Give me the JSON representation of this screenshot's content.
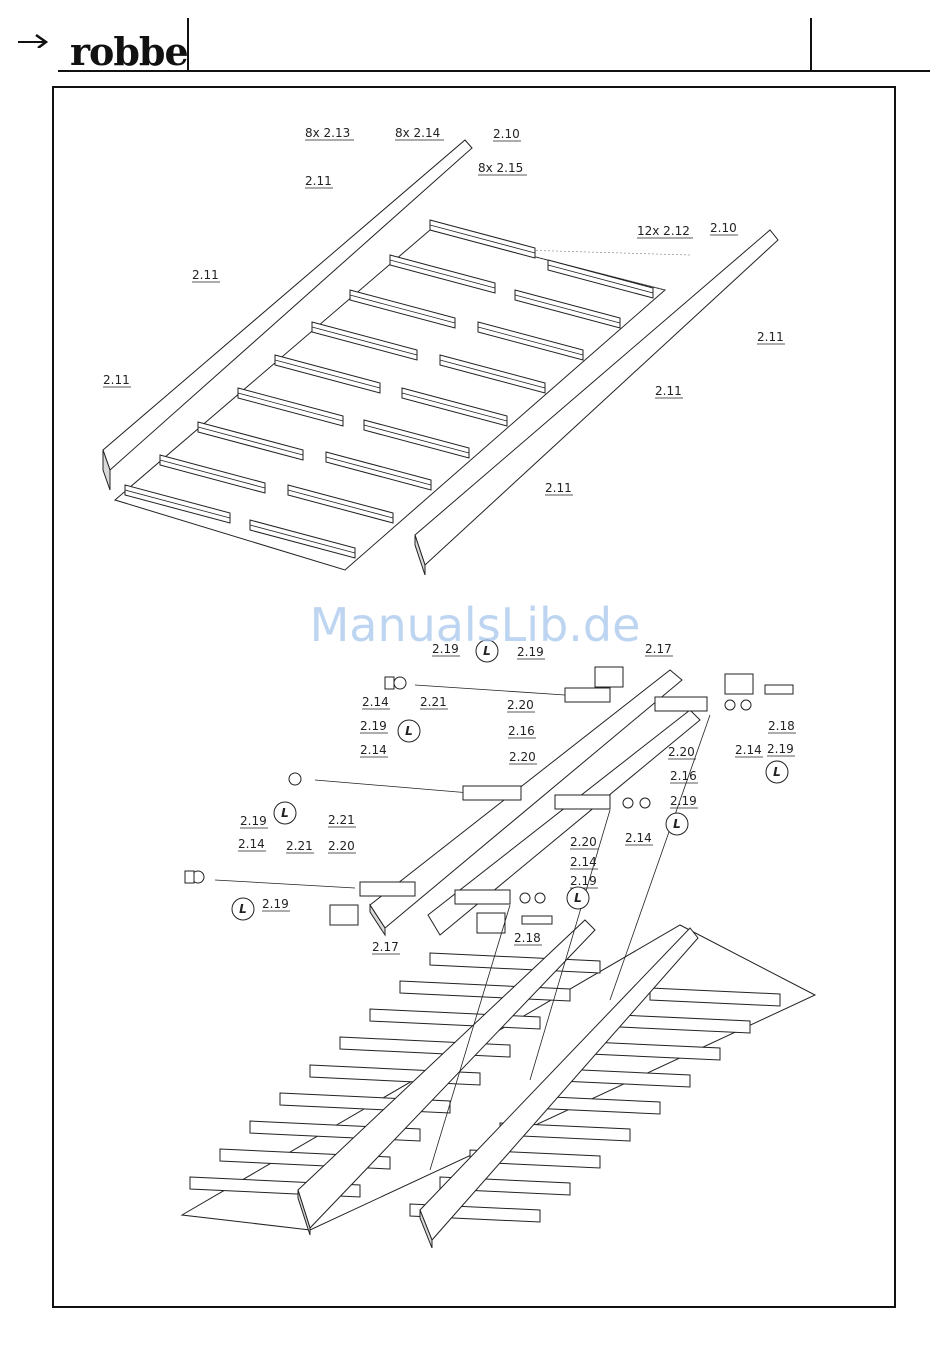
{
  "brand": {
    "name": "robbe"
  },
  "watermark": "ManualsLib.de",
  "callouts_top": [
    {
      "id": "c1",
      "text": "8x 2.13"
    },
    {
      "id": "c2",
      "text": "8x 2.14"
    },
    {
      "id": "c3",
      "text": "2.10"
    },
    {
      "id": "c4",
      "text": "8x 2.15"
    },
    {
      "id": "c5",
      "text": "2.11"
    },
    {
      "id": "c6",
      "text": "2.11"
    },
    {
      "id": "c7",
      "text": "12x 2.12"
    },
    {
      "id": "c8",
      "text": "2.10"
    },
    {
      "id": "c9",
      "text": "2.11"
    },
    {
      "id": "c10",
      "text": "2.11"
    },
    {
      "id": "c11",
      "text": "2.11"
    },
    {
      "id": "c12",
      "text": "2.11"
    }
  ],
  "callouts_bottom": [
    {
      "id": "b1",
      "text": "2.19"
    },
    {
      "id": "b2",
      "text": "L"
    },
    {
      "id": "b3",
      "text": "2.19"
    },
    {
      "id": "b4",
      "text": "2.17"
    },
    {
      "id": "b5",
      "text": "2.14"
    },
    {
      "id": "b6",
      "text": "2.21"
    },
    {
      "id": "b7",
      "text": "2.20"
    },
    {
      "id": "b8",
      "text": "2.18"
    },
    {
      "id": "b9",
      "text": "2.19"
    },
    {
      "id": "b10",
      "text": "L"
    },
    {
      "id": "b11",
      "text": "2.16"
    },
    {
      "id": "b12",
      "text": "2.14"
    },
    {
      "id": "b13",
      "text": "2.20"
    },
    {
      "id": "b14",
      "text": "2.20"
    },
    {
      "id": "b15",
      "text": "2.14"
    },
    {
      "id": "b16",
      "text": "2.19"
    },
    {
      "id": "b17",
      "text": "L"
    },
    {
      "id": "b18",
      "text": "2.16"
    },
    {
      "id": "b19",
      "text": "2.21"
    },
    {
      "id": "b20",
      "text": "2.19"
    },
    {
      "id": "b21",
      "text": "L"
    },
    {
      "id": "b22",
      "text": "2.14"
    },
    {
      "id": "b23",
      "text": "2.19"
    },
    {
      "id": "b24",
      "text": "L"
    },
    {
      "id": "b25",
      "text": "2.14"
    },
    {
      "id": "b26",
      "text": "2.21"
    },
    {
      "id": "b27",
      "text": "2.20"
    },
    {
      "id": "b28",
      "text": "2.20"
    },
    {
      "id": "b29",
      "text": "2.14"
    },
    {
      "id": "b30",
      "text": "2.19"
    },
    {
      "id": "b31",
      "text": "L"
    },
    {
      "id": "b32",
      "text": "L"
    },
    {
      "id": "b33",
      "text": "2.19"
    },
    {
      "id": "b34",
      "text": "2.18"
    },
    {
      "id": "b35",
      "text": "2.17"
    }
  ]
}
